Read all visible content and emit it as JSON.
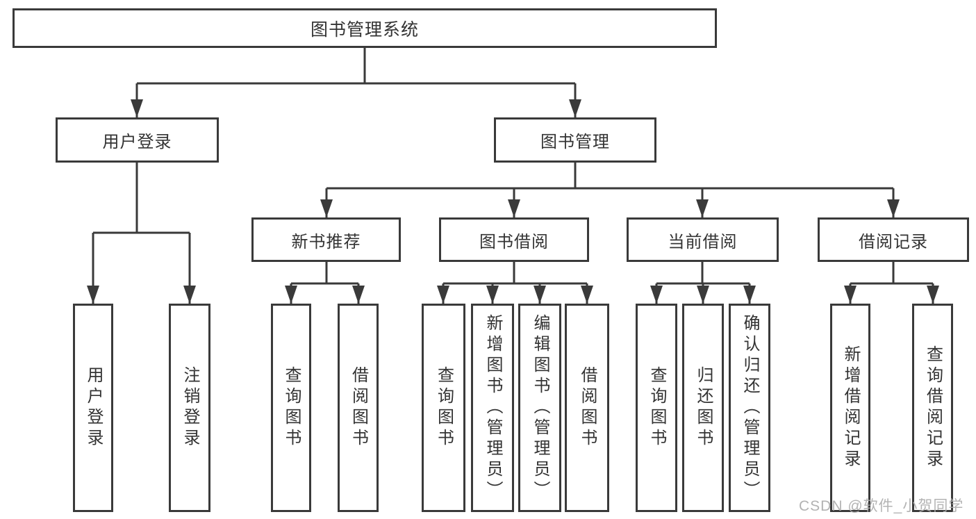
{
  "tree": {
    "label": "图书管理系统",
    "children": [
      {
        "label": "用户登录",
        "children": [
          {
            "label": "用户登录"
          },
          {
            "label": "注销登录"
          }
        ]
      },
      {
        "label": "图书管理",
        "children": [
          {
            "label": "新书推荐",
            "children": [
              {
                "label": "查询图书"
              },
              {
                "label": "借阅图书"
              }
            ]
          },
          {
            "label": "图书借阅",
            "children": [
              {
                "label": "查询图书"
              },
              {
                "label": "新增图书（管理员）"
              },
              {
                "label": "编辑图书（管理员）"
              },
              {
                "label": "借阅图书"
              }
            ]
          },
          {
            "label": "当前借阅",
            "children": [
              {
                "label": "查询图书"
              },
              {
                "label": "归还图书"
              },
              {
                "label": "确认归还（管理员）"
              }
            ]
          },
          {
            "label": "借阅记录",
            "children": [
              {
                "label": "新增借阅记录"
              },
              {
                "label": "查询借阅记录"
              }
            ]
          }
        ]
      }
    ]
  },
  "watermark": {
    "text": "CSDN @软件_小贺同学"
  },
  "colors": {
    "line": "#3a3a3a",
    "text": "#333333",
    "background": "#ffffff",
    "watermark": "#adadad"
  }
}
